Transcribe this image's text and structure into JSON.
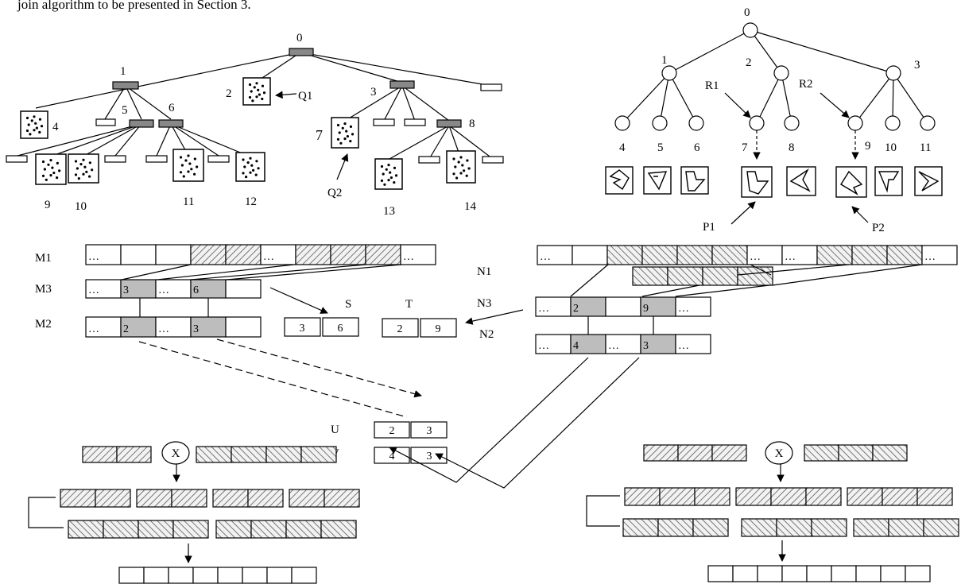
{
  "caption": "join algorithm to be presented in Section 3.",
  "left_tree": {
    "labels": {
      "root": "0",
      "n1": "1",
      "n2": "2",
      "n3": "3",
      "n4": "4",
      "n5": "5",
      "n6": "6",
      "n7": "7",
      "n8": "8",
      "n9": "9",
      "n10": "10",
      "n11": "11",
      "n12": "12",
      "n13": "13",
      "n14": "14"
    },
    "queries": {
      "q1": "Q1",
      "q2": "Q2"
    }
  },
  "right_tree": {
    "labels": {
      "root": "0",
      "n1": "1",
      "n2": "2",
      "n3": "3",
      "n4": "4",
      "n5": "5",
      "n6": "6",
      "n7": "7",
      "n8": "8",
      "n9": "9",
      "n10": "10",
      "n11": "11"
    },
    "pointers": {
      "r1": "R1",
      "r2": "R2",
      "p1": "P1",
      "p2": "P2"
    }
  },
  "lists": {
    "m1": "M1",
    "m2": "M2",
    "m3": "M3",
    "n1": "N1",
    "n2": "N2",
    "n3": "N3",
    "ellipsis": "…"
  },
  "m3_cells": {
    "a": "3",
    "b": "6"
  },
  "m2_cells": {
    "a": "2",
    "b": "3"
  },
  "n3_cells": {
    "a": "2",
    "b": "9"
  },
  "n2_cells": {
    "a": "4",
    "b": "3"
  },
  "s": {
    "label": "S",
    "values": [
      "3",
      "6"
    ]
  },
  "t": {
    "label": "T",
    "values": [
      "2",
      "9"
    ]
  },
  "u": {
    "label": "U",
    "values": [
      "2",
      "3"
    ]
  },
  "v": {
    "label": "V",
    "values": [
      "4",
      "3"
    ]
  },
  "join_symbol": "X"
}
